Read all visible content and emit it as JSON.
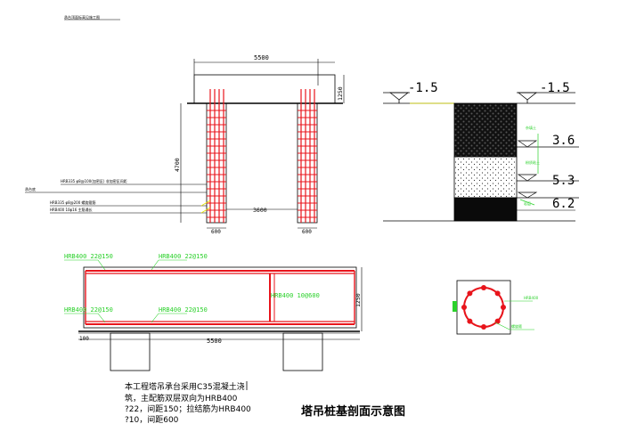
{
  "title": "塔吊桩基剖面示意图",
  "top_note": "承台顶面标高见施工图",
  "dimensions": {
    "width_5500_top": "5500",
    "height_1250_top": "1250",
    "height_4700": "4700",
    "spacing_3600": "3600",
    "pile_600_left": "600",
    "pile_600_right": "600",
    "width_5500_bottom": "5500",
    "height_1250_bottom": "1250",
    "bottom_100": "100"
  },
  "left_callouts": {
    "stirrup": "HRB335 φ8@100(加密区) 非加密区间距",
    "ground": "承台底",
    "spiral": "HRB335 φ8@200 螺旋箍筋",
    "main_bar": "HRB400 10φ16 主筋通长"
  },
  "soil_levels": {
    "top_left": "-1.5",
    "top_right": "-1.5",
    "level_1": "3.6",
    "level_2": "5.3",
    "level_3": "6.2",
    "layer_1_label": "杂填土",
    "layer_2_label": "粉质粘土",
    "layer_3_label": "岩层"
  },
  "cap_rebar": {
    "top_left": "HRB400  22@150",
    "top_right": "HRB400  22@150",
    "bottom_left": "HRB400  22@150",
    "bottom_right": "HRB400  22@150",
    "tie": "HRB400  10@600"
  },
  "pile_section": {
    "label_1": "HRB400",
    "label_2": "螺旋箍"
  },
  "notes": {
    "line_1": "本工程塔吊承台采用C35混凝土浇",
    "line_2": "筑，主配筋双层双向为HRB400",
    "line_3": "?22，间距150；拉结筋为HRB400",
    "line_4": "?10，间距600"
  },
  "colors": {
    "rebar": "#e8141b",
    "annotation": "#2bd12b",
    "leader": "#e6e600",
    "line": "#000000"
  }
}
